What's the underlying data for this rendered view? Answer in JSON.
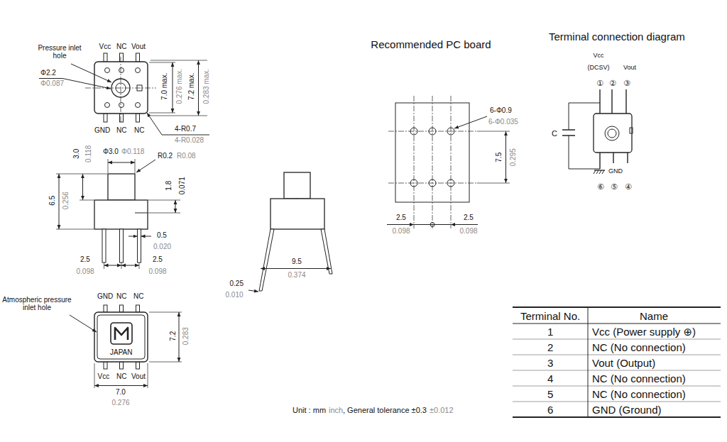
{
  "diagram": {
    "labels": [
      "Pressure inlet hole",
      "Vcc",
      "NC",
      "Vout",
      "Φ2.2",
      "Φ0.087",
      "7.0 max.",
      "0.276 max.",
      "7.2 max.",
      "0.283 max.",
      "GND",
      "NC",
      "NC",
      "4-R0.7",
      "4-R0.028",
      "3.0",
      "0.118",
      "Φ3.0",
      "Φ0.118",
      "R0.2",
      "R0.08",
      "1.8",
      "0.071",
      "6.5",
      "0.256",
      "0.5",
      "0.020",
      "2.5",
      "0.098",
      "2.5",
      "0.098",
      "Atmospheric pressure inlet hole",
      "GND",
      "NC",
      "NC",
      "JAPAN",
      "7.2",
      "0.283",
      "Vcc",
      "NC",
      "Vout",
      "7.0",
      "0.276",
      "0.25",
      "0.010",
      "9.5",
      "0.374",
      "Recommended PC board",
      "6-Φ0.9",
      "6-Φ0.035",
      "7.5",
      "0.295",
      "2.5",
      "0.098",
      "2.5",
      "0.098",
      "Terminal connection diagram",
      "Vcc",
      "(DCSV)",
      "Vout",
      "①",
      "②",
      "③",
      "C",
      "GND",
      "⑥",
      "⑤",
      "④",
      "Terminal No.",
      "Name",
      "1",
      "Vcc (Power supply ⊕)",
      "2",
      "NC (No connection)",
      "3",
      "Vout (Output)",
      "4",
      "NC (No connection)",
      "5",
      "NC (No connection)",
      "6",
      "GND (Ground)",
      "Unit : mm",
      "inch",
      ", General tolerance ±0.3",
      "±0.012"
    ]
  }
}
